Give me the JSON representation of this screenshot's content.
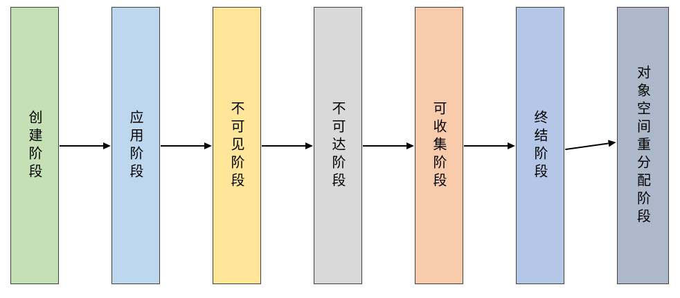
{
  "diagram": {
    "border_color": "#404040",
    "arrow_color": "#000000",
    "stages": [
      {
        "label": "创建阶段",
        "fill": "#c5e0b4"
      },
      {
        "label": "应用阶段",
        "fill": "#bdd7ee"
      },
      {
        "label": "不可见阶段",
        "fill": "#ffe699"
      },
      {
        "label": "不可达阶段",
        "fill": "#d9d9d9"
      },
      {
        "label": "可收集阶段",
        "fill": "#f8cbad"
      },
      {
        "label": "终结阶段",
        "fill": "#b4c7e7"
      },
      {
        "label": "对象空间重分配阶段",
        "fill": "#adb9ca"
      }
    ]
  }
}
